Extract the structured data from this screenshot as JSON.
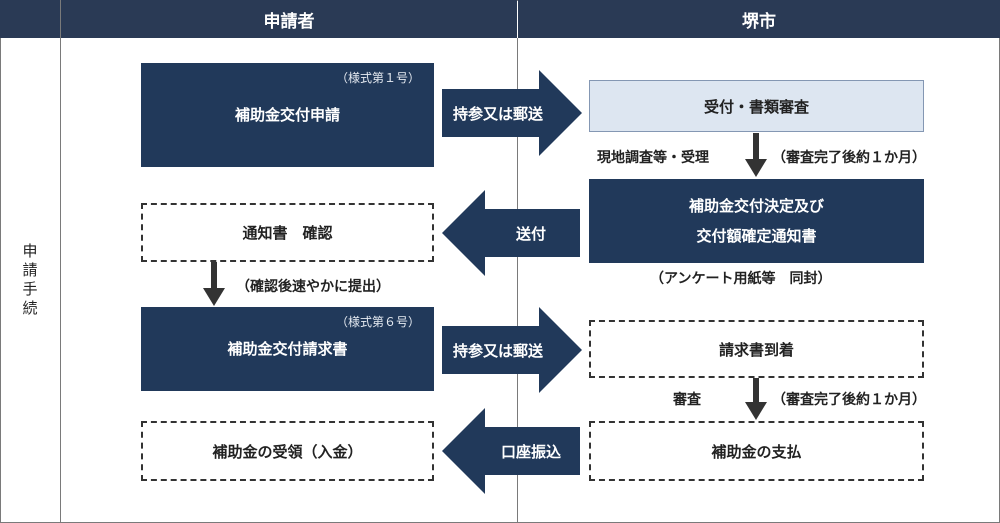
{
  "header": {
    "applicant": "申請者",
    "city": "堺市"
  },
  "side_label": "申請手続",
  "applicant_boxes": {
    "application": "補助金交付申請",
    "application_form": "（様式第１号）",
    "notice_check": "通知書　確認",
    "request": "補助金交付請求書",
    "request_form": "（様式第６号）",
    "receipt": "補助金の受領（入金）"
  },
  "city_boxes": {
    "review": "受付・書類審査",
    "decision_line1": "補助金交付決定及び",
    "decision_line2": "交付額確定通知書",
    "arrival": "請求書到着",
    "payment": "補助金の支払"
  },
  "arrows": {
    "submit1": "持参又は郵送",
    "send": "送付",
    "submit2": "持参又は郵送",
    "transfer": "口座振込"
  },
  "notes": {
    "site_check": "現地調査等・受理",
    "one_month_1": "（審査完了後約１か月）",
    "enclosed": "（アンケート用紙等　同封）",
    "prompt_submit": "（確認後速やかに提出）",
    "inspection": "審査",
    "one_month_2": "（審査完了後約１か月）"
  },
  "colors": {
    "header_bg": "#2a3a55",
    "dark_box": "#21395a",
    "light_box": "#dde6f1",
    "arrow": "#21395a"
  }
}
